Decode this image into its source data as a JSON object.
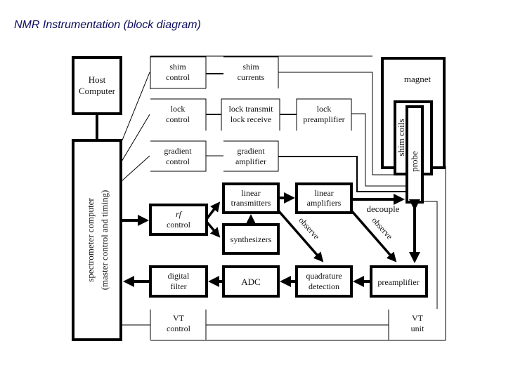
{
  "title": "NMR Instrumentation (block diagram)",
  "blocks": {
    "host_computer": [
      "Host",
      "Computer"
    ],
    "spectrometer_computer": [
      "spectrometer computer",
      "(master control and timing)"
    ],
    "shim_control": [
      "shim",
      "control"
    ],
    "shim_currents": [
      "shim",
      "currents"
    ],
    "lock_control": [
      "lock",
      "control"
    ],
    "lock_transmit_receive": [
      "lock transmit",
      "lock receive"
    ],
    "lock_preamplifier": [
      "lock",
      "preamplifier"
    ],
    "gradient_control": [
      "gradient",
      "control"
    ],
    "gradient_amplifier": [
      "gradient",
      "amplifier"
    ],
    "rf_control": [
      "rf",
      "control"
    ],
    "linear_transmitters": [
      "linear",
      "transmitters"
    ],
    "linear_amplifiers": [
      "linear",
      "amplifiers"
    ],
    "synthesizers": [
      "synthesizers"
    ],
    "digital_filter": [
      "digital",
      "filter"
    ],
    "adc": [
      "ADC"
    ],
    "quadrature_detection": [
      "quadrature",
      "detection"
    ],
    "preamplifier": [
      "preamplifier"
    ],
    "vt_control": [
      "VT",
      "control"
    ],
    "vt_unit": [
      "VT",
      "unit"
    ],
    "magnet": [
      "magnet"
    ],
    "shim_coils": [
      "shim coils"
    ],
    "probe": [
      "probe"
    ]
  },
  "labels": {
    "decouple": "decouple",
    "observe_1": "observe",
    "observe_2": "observe"
  }
}
